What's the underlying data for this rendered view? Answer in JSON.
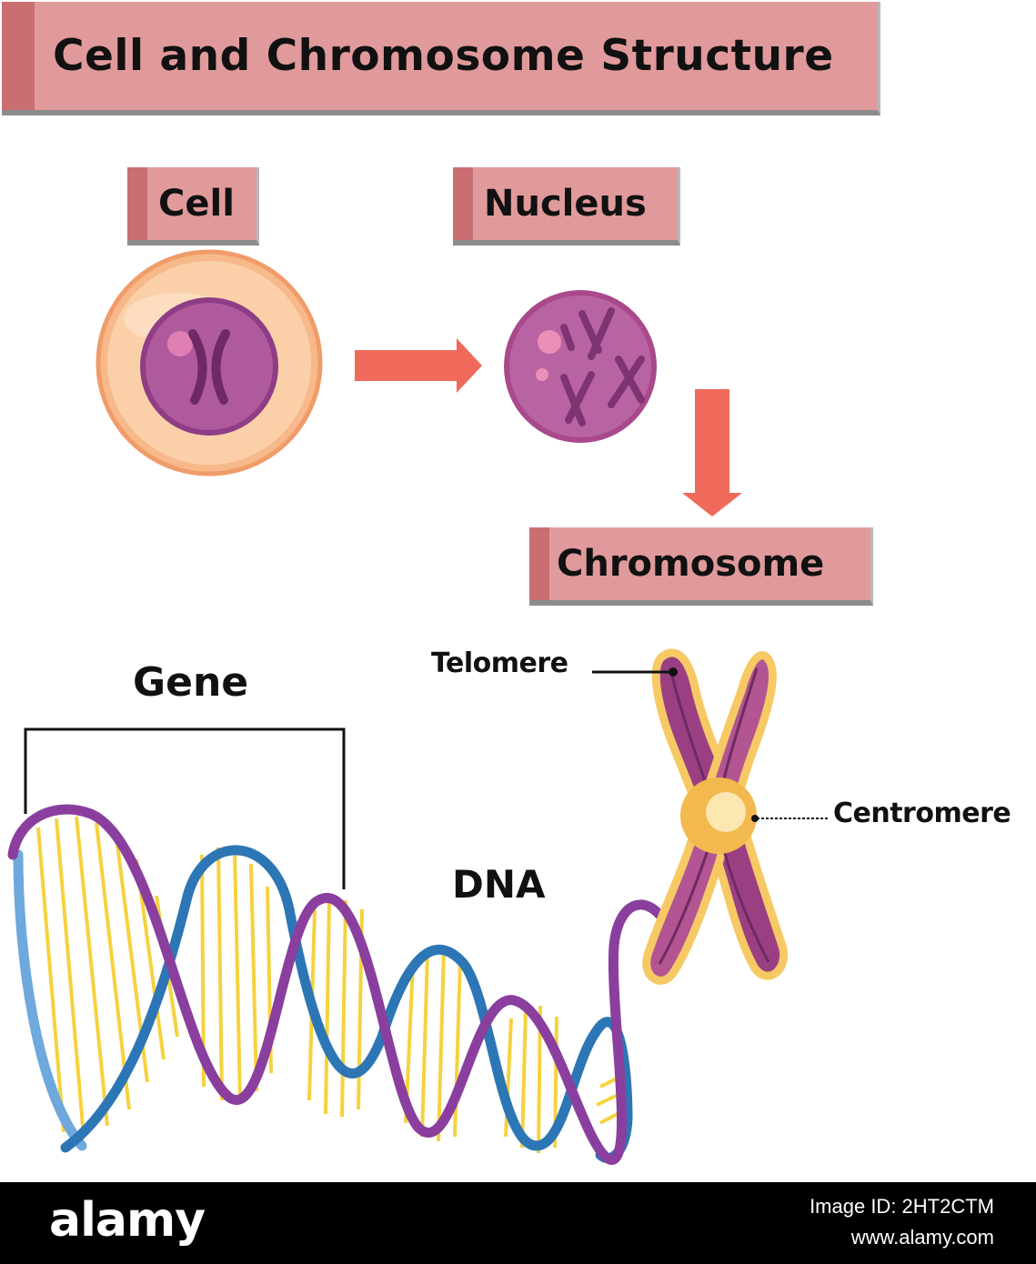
{
  "title": "Cell and Chromosome Structure",
  "stages": {
    "cell": "Cell",
    "nucleus": "Nucleus",
    "chromosome": "Chromosome"
  },
  "labels": {
    "gene": "Gene",
    "dna": "DNA",
    "telomere": "Telomere",
    "centromere": "Centromere"
  },
  "footer": {
    "logo": "alamy",
    "image_id": "Image ID: 2HT2CTM",
    "url": "www.alamy.com"
  },
  "colors": {
    "banner": "#e19a9b",
    "banner_accent": "#c96f71",
    "arrow": "#f06a5c",
    "cell_cytoplasm": "#fbc79a",
    "nucleus": "#b0508f",
    "dna_purple": "#8a3f9e",
    "dna_blue": "#2d76b5",
    "dna_light_blue": "#6fa8dc",
    "dna_rungs": "#f5d23e",
    "chromosome_outline": "#f6c964",
    "chromosome_body": "#9b3f83"
  },
  "icons": [
    "flow-arrow-right-icon",
    "flow-arrow-down-icon"
  ]
}
